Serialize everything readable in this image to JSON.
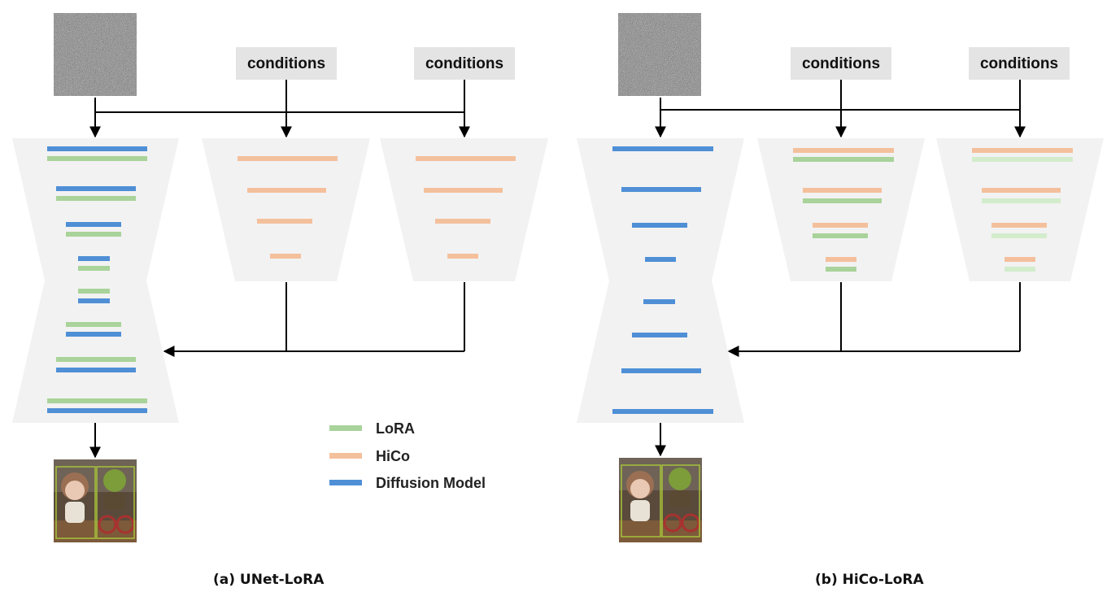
{
  "colors": {
    "lora": "#a9d39a",
    "lora_light": "#d3eccc",
    "hico": "#f4c09c",
    "diffusion": "#4f8fd6",
    "panel": "#f2f2f2",
    "cond_box": "#e4e4e4"
  },
  "icons": {
    "noise": "noise-image",
    "output": "generated-image-two-characters"
  },
  "conditions_label": "conditions",
  "legend": [
    {
      "key": "lora",
      "label": "LoRA"
    },
    {
      "key": "hico",
      "label": "HiCo"
    },
    {
      "key": "diffusion",
      "label": "Diffusion Model"
    }
  ],
  "captions": {
    "left": "(a) UNet-LoRA",
    "right": "(b) HiCo-LoRA"
  }
}
